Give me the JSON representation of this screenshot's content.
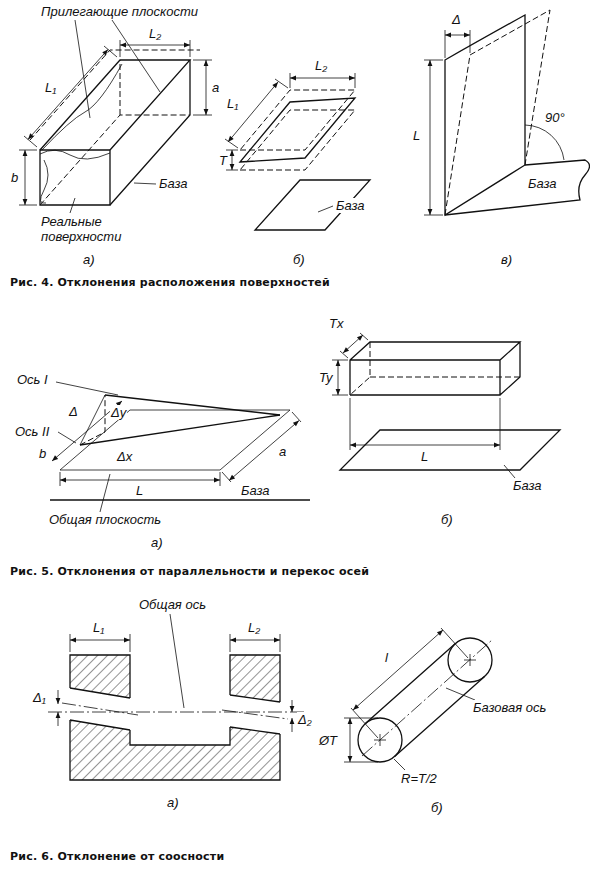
{
  "diagram": {
    "labels": [
      "Прилегающие плоскости",
      "L₁",
      "L₂",
      "a",
      "b",
      "База",
      "Реальные поверхности",
      "а)",
      "L₁",
      "L₂",
      "T",
      "База",
      "б)",
      "Δ",
      "L",
      "90°",
      "База",
      "в)",
      "Рис. 4. Отклонения расположения поверхностей",
      "Ось I",
      "Δy",
      "Δ",
      "Δx",
      "Ось II",
      "b",
      "a",
      "L",
      "База",
      "Общая плоскость",
      "а)",
      "Рис. 5. Отклонения от параллельности и перекос осей",
      "Tx",
      "Ty",
      "L",
      "База",
      "б)",
      "Общая ось",
      "L₁",
      "L₂",
      "Δ₁",
      "Δ₂",
      "а)",
      "Базовая ось",
      "l",
      "ØT",
      "R=T/2",
      "б)",
      "Рис. 6. Отклонение от соосности"
    ]
  }
}
